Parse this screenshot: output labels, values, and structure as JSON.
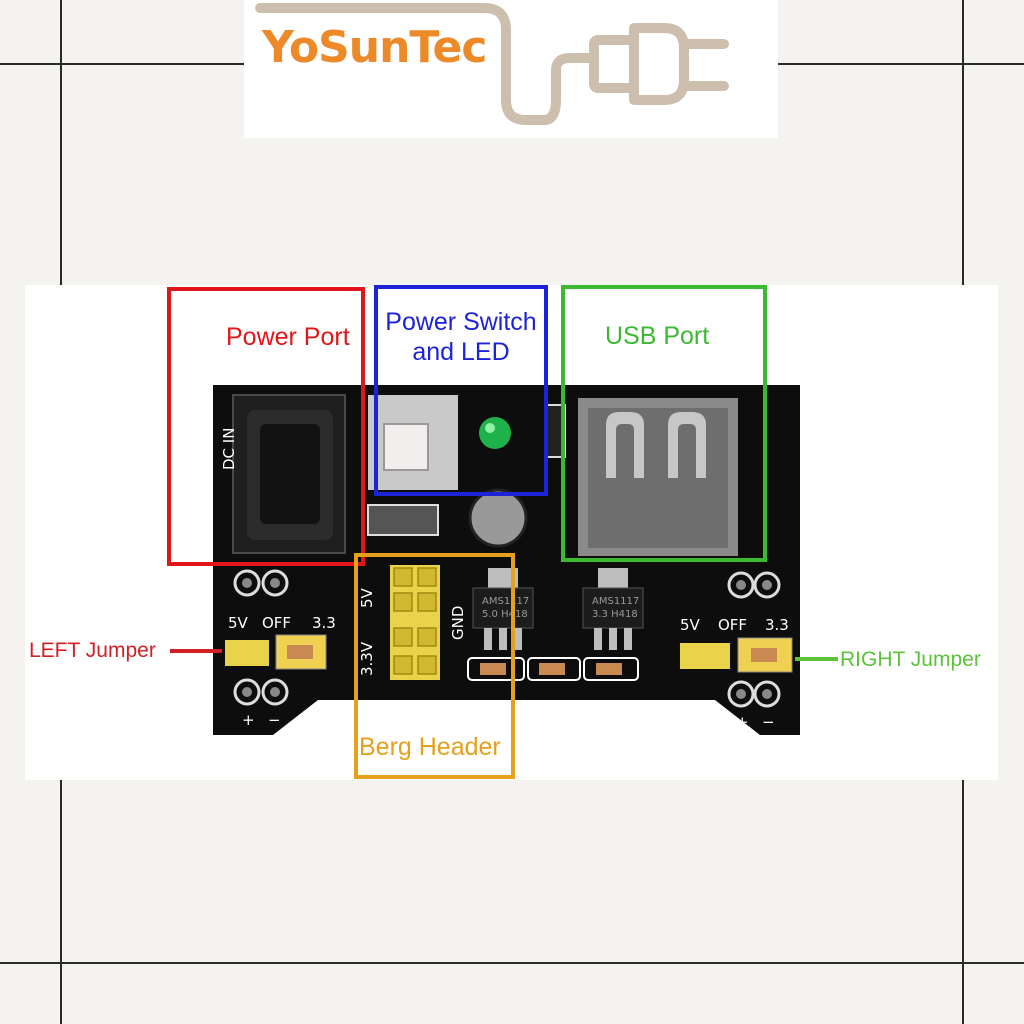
{
  "logo": {
    "text": "YoSunTec",
    "text_color": "#ec8a2a",
    "plug_color": "#cdbfae"
  },
  "callouts": {
    "power_port": {
      "label": "Power Port",
      "color": "#e0161b"
    },
    "power_switch": {
      "label_line1": "Power Switch",
      "label_line2": "and LED",
      "color": "#1d23d8"
    },
    "usb_port": {
      "label": "USB Port",
      "color": "#3db833"
    },
    "berg_header": {
      "label": "Berg Header",
      "color": "#e5a01c"
    },
    "left_jumper": {
      "label": "LEFT Jumper",
      "color": "#d31f26"
    },
    "right_jumper": {
      "label": "RIGHT Jumper",
      "color": "#5cc23a"
    }
  },
  "board": {
    "dc_in": "DC IN",
    "jumper_left": {
      "v5": "5V",
      "off": "OFF",
      "v33": "3.3"
    },
    "jumper_right": {
      "v5": "5V",
      "off": "OFF",
      "v33": "3.3"
    },
    "header_5v": "5V",
    "header_33v": "3.3V",
    "gnd": "GND",
    "reg1_line1": "AMS1117",
    "reg1_line2": "5.0 H418",
    "reg2_line1": "AMS1117",
    "reg2_line2": "3.3 H418",
    "plus": "+",
    "minus": "−"
  }
}
